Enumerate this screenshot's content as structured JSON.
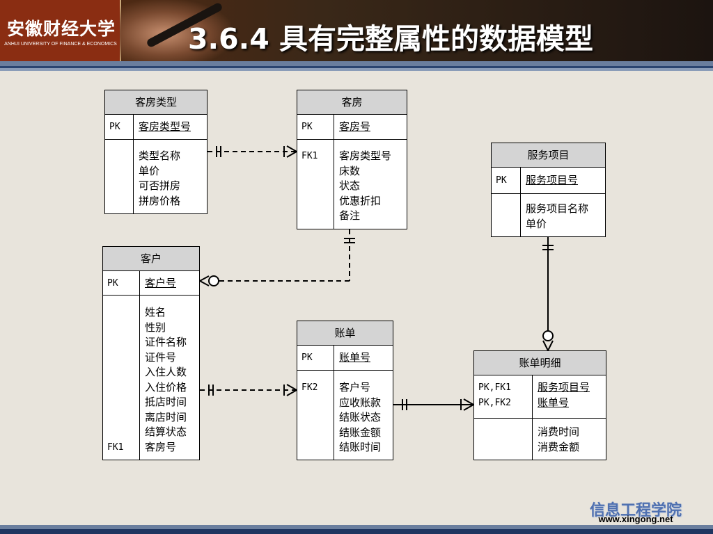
{
  "header": {
    "logo_name": "安徽财经大学",
    "logo_sub": "ANHUI UNIVERSITY OF FINANCE & ECONOMICS",
    "title": "3.6.4  具有完整属性的数据模型"
  },
  "footer": {
    "name": "信息工程学院",
    "url": "www.xingong.net"
  },
  "entities": {
    "room_type": {
      "name": "客房类型",
      "pk_tag": "PK",
      "pk": "客房类型号",
      "fk_tag": "",
      "attributes": [
        "类型名称",
        "单价",
        "可否拼房",
        "拼房价格"
      ]
    },
    "room": {
      "name": "客房",
      "pk_tag": "PK",
      "pk": "客房号",
      "fk_tag": "FK1",
      "attributes": [
        "客房类型号",
        "床数",
        "状态",
        "优惠折扣",
        "备注"
      ]
    },
    "service": {
      "name": "服务项目",
      "pk_tag": "PK",
      "pk": "服务项目号",
      "attributes": [
        "服务项目名称",
        "单价"
      ]
    },
    "customer": {
      "name": "客户",
      "pk_tag": "PK",
      "pk": "客户号",
      "fk_tag": "FK1",
      "attributes": [
        "姓名",
        "性别",
        "证件名称",
        "证件号",
        "入住人数",
        "入住价格",
        "抵店时间",
        "离店时间",
        "结算状态",
        "客房号"
      ]
    },
    "bill": {
      "name": "账单",
      "pk_tag": "PK",
      "pk": "账单号",
      "fk_tag": "FK2",
      "attributes": [
        "客户号",
        "应收账款",
        "结账状态",
        "结账金额",
        "结账时间"
      ]
    },
    "bill_detail": {
      "name": "账单明细",
      "pk_tags": [
        "PK,FK1",
        "PK,FK2"
      ],
      "pks": [
        "服务项目号",
        "账单号"
      ],
      "attributes": [
        "消费时间",
        "消费金额"
      ]
    }
  },
  "relationships": [
    {
      "from": "客房类型",
      "to": "客房",
      "from_end": "one-mandatory",
      "to_end": "one-or-many",
      "style": "dashed"
    },
    {
      "from": "客房",
      "to": "客户",
      "from_end": "one-mandatory",
      "to_end": "zero-or-many",
      "style": "dashed"
    },
    {
      "from": "客户",
      "to": "账单",
      "from_end": "one-mandatory",
      "to_end": "one-or-many",
      "style": "dashed"
    },
    {
      "from": "账单",
      "to": "账单明细",
      "from_end": "one-mandatory",
      "to_end": "one-or-many",
      "style": "solid"
    },
    {
      "from": "服务项目",
      "to": "账单明细",
      "from_end": "one-mandatory",
      "to_end": "zero-or-many",
      "style": "solid"
    }
  ]
}
